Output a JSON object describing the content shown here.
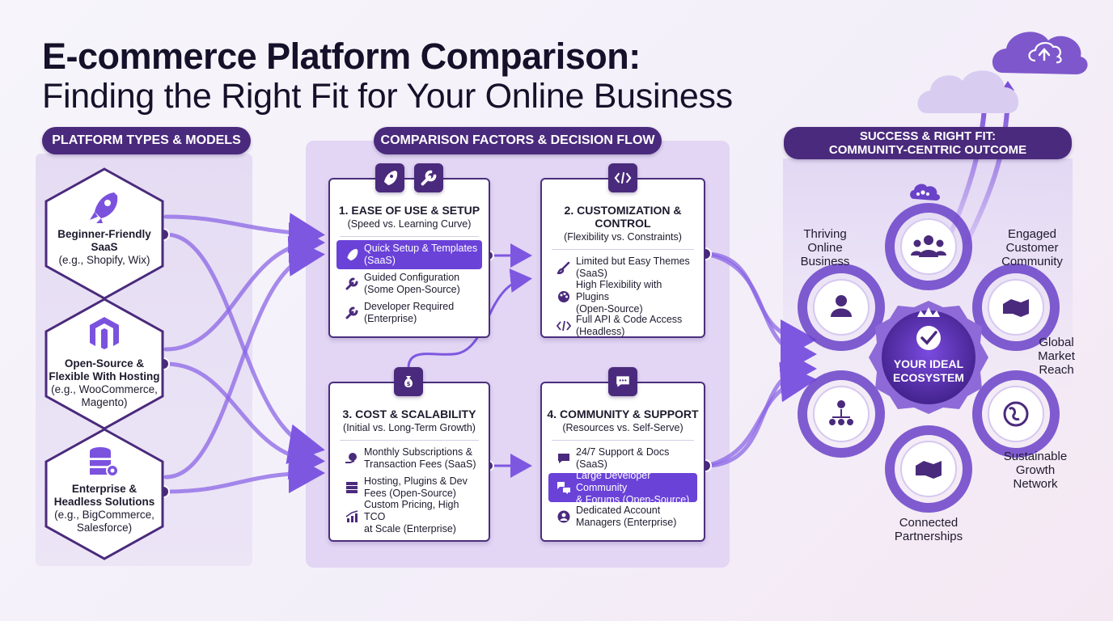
{
  "title": {
    "line1": "E-commerce Platform Comparison:",
    "line2": "Finding the Right Fit for Your Online Business"
  },
  "sections": {
    "platform_types": "PLATFORM TYPES & MODELS",
    "comparison": "COMPARISON FACTORS & DECISION FLOW",
    "success_line1": "SUCCESS & RIGHT FIT:",
    "success_line2": "COMMUNITY-CENTRIC OUTCOME"
  },
  "platforms": [
    {
      "name_line1": "Beginner-Friendly",
      "name_line2": "SaaS",
      "example": "(e.g., Shopify, Wix)",
      "icon": "rocket-icon"
    },
    {
      "name_line1": "Open-Source &",
      "name_line2": "Flexible With Hosting",
      "example_line1": "(e.g., WooCommerce,",
      "example_line2": "Magento)",
      "icon": "magento-icon"
    },
    {
      "name_line1": "Enterprise &",
      "name_line2": "Headless Solutions",
      "example_line1": "(e.g., BigCommerce,",
      "example_line2": "Salesforce)",
      "icon": "database-gear-icon"
    }
  ],
  "factors": [
    {
      "title": "1. EASE OF USE & SETUP",
      "subtitle": "(Speed vs. Learning Curve)",
      "items": [
        {
          "line1": "Quick Setup & Templates",
          "line2": "(SaaS)",
          "icon": "rocket-icon",
          "highlight": true
        },
        {
          "line1": "Guided Configuration",
          "line2": "(Some Open-Source)",
          "icon": "wrench-icon",
          "highlight": false
        },
        {
          "line1": "Developer Required",
          "line2": "(Enterprise)",
          "icon": "wrench-icon",
          "highlight": false
        }
      ]
    },
    {
      "title": "2. CUSTOMIZATION & CONTROL",
      "subtitle": "(Flexibility vs. Constraints)",
      "items": [
        {
          "line1": "Limited but Easy Themes",
          "line2": "(SaaS)",
          "icon": "brush-icon",
          "highlight": false
        },
        {
          "line1": "High Flexibility with Plugins",
          "line2": "(Open-Source)",
          "icon": "palette-icon",
          "highlight": false
        },
        {
          "line1": "Full API & Code Access",
          "line2": "(Headless)",
          "icon": "code-icon",
          "highlight": false
        }
      ]
    },
    {
      "title": "3. COST & SCALABILITY",
      "subtitle": "(Initial vs. Long-Term Growth)",
      "items": [
        {
          "line1": "Monthly Subscriptions &",
          "line2": "Transaction Fees (SaaS)",
          "icon": "coin-hand-icon",
          "highlight": false
        },
        {
          "line1": "Hosting, Plugins & Dev",
          "line2": "Fees (Open-Source)",
          "icon": "server-icon",
          "highlight": false
        },
        {
          "line1": "Custom Pricing, High TCO",
          "line2": "at Scale (Enterprise)",
          "icon": "chart-icon",
          "highlight": false
        }
      ]
    },
    {
      "title": "4. COMMUNITY & SUPPORT",
      "subtitle": "(Resources vs. Self-Serve)",
      "items": [
        {
          "line1": "24/7 Support & Docs",
          "line2": "(SaaS)",
          "icon": "chat-icon",
          "highlight": false
        },
        {
          "line1": "Large Developer Community",
          "line2": "& Forums (Open-Source)",
          "icon": "forum-icon",
          "highlight": true
        },
        {
          "line1": "Dedicated Account",
          "line2": "Managers (Enterprise)",
          "icon": "manager-icon",
          "highlight": false
        }
      ]
    }
  ],
  "ecosystem": {
    "center_line1": "YOUR IDEAL",
    "center_line2": "ECOSYSTEM",
    "labels": {
      "thriving": [
        "Thriving",
        "Online",
        "Business"
      ],
      "engaged": [
        "Engaged",
        "Customer",
        "Community"
      ],
      "global": [
        "Global",
        "Market",
        "Reach"
      ],
      "sustainable": [
        "Sustainable",
        "Growth",
        "Network"
      ],
      "connected": [
        "Connected",
        "Partnerships"
      ]
    }
  },
  "colors": {
    "dark_purple": "#4a2a7c",
    "accent_purple": "#6a42d8",
    "panel": "#e2d6f4",
    "arrow": "#7e57e0"
  }
}
